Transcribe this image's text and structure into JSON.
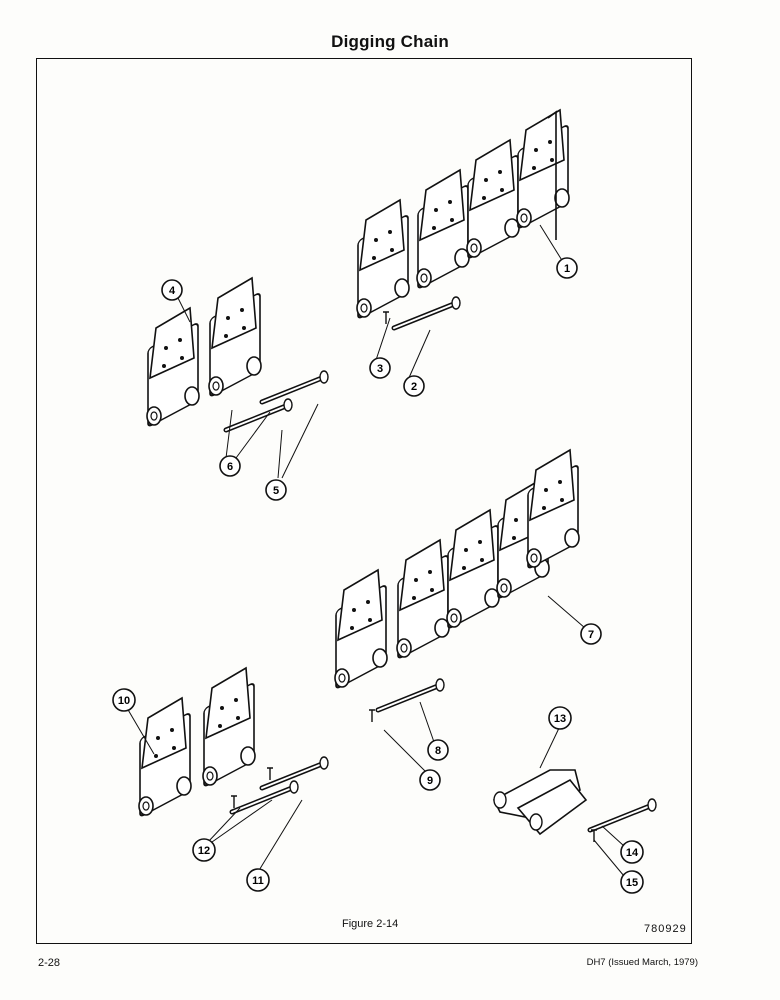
{
  "page": {
    "title": "Digging Chain",
    "figure_caption": "Figure 2-14",
    "figure_code": "780929",
    "page_number": "2-28",
    "manual_id": "DH7 (Issued March, 1979)"
  },
  "callouts": [
    {
      "id": "1",
      "label": "1"
    },
    {
      "id": "2",
      "label": "2"
    },
    {
      "id": "3",
      "label": "3"
    },
    {
      "id": "4",
      "label": "4"
    },
    {
      "id": "5",
      "label": "5"
    },
    {
      "id": "6",
      "label": "6"
    },
    {
      "id": "7",
      "label": "7"
    },
    {
      "id": "8",
      "label": "8"
    },
    {
      "id": "9",
      "label": "9"
    },
    {
      "id": "10",
      "label": "10"
    },
    {
      "id": "11",
      "label": "11"
    },
    {
      "id": "12",
      "label": "12"
    },
    {
      "id": "13",
      "label": "13"
    },
    {
      "id": "14",
      "label": "14"
    },
    {
      "id": "15",
      "label": "15"
    }
  ]
}
